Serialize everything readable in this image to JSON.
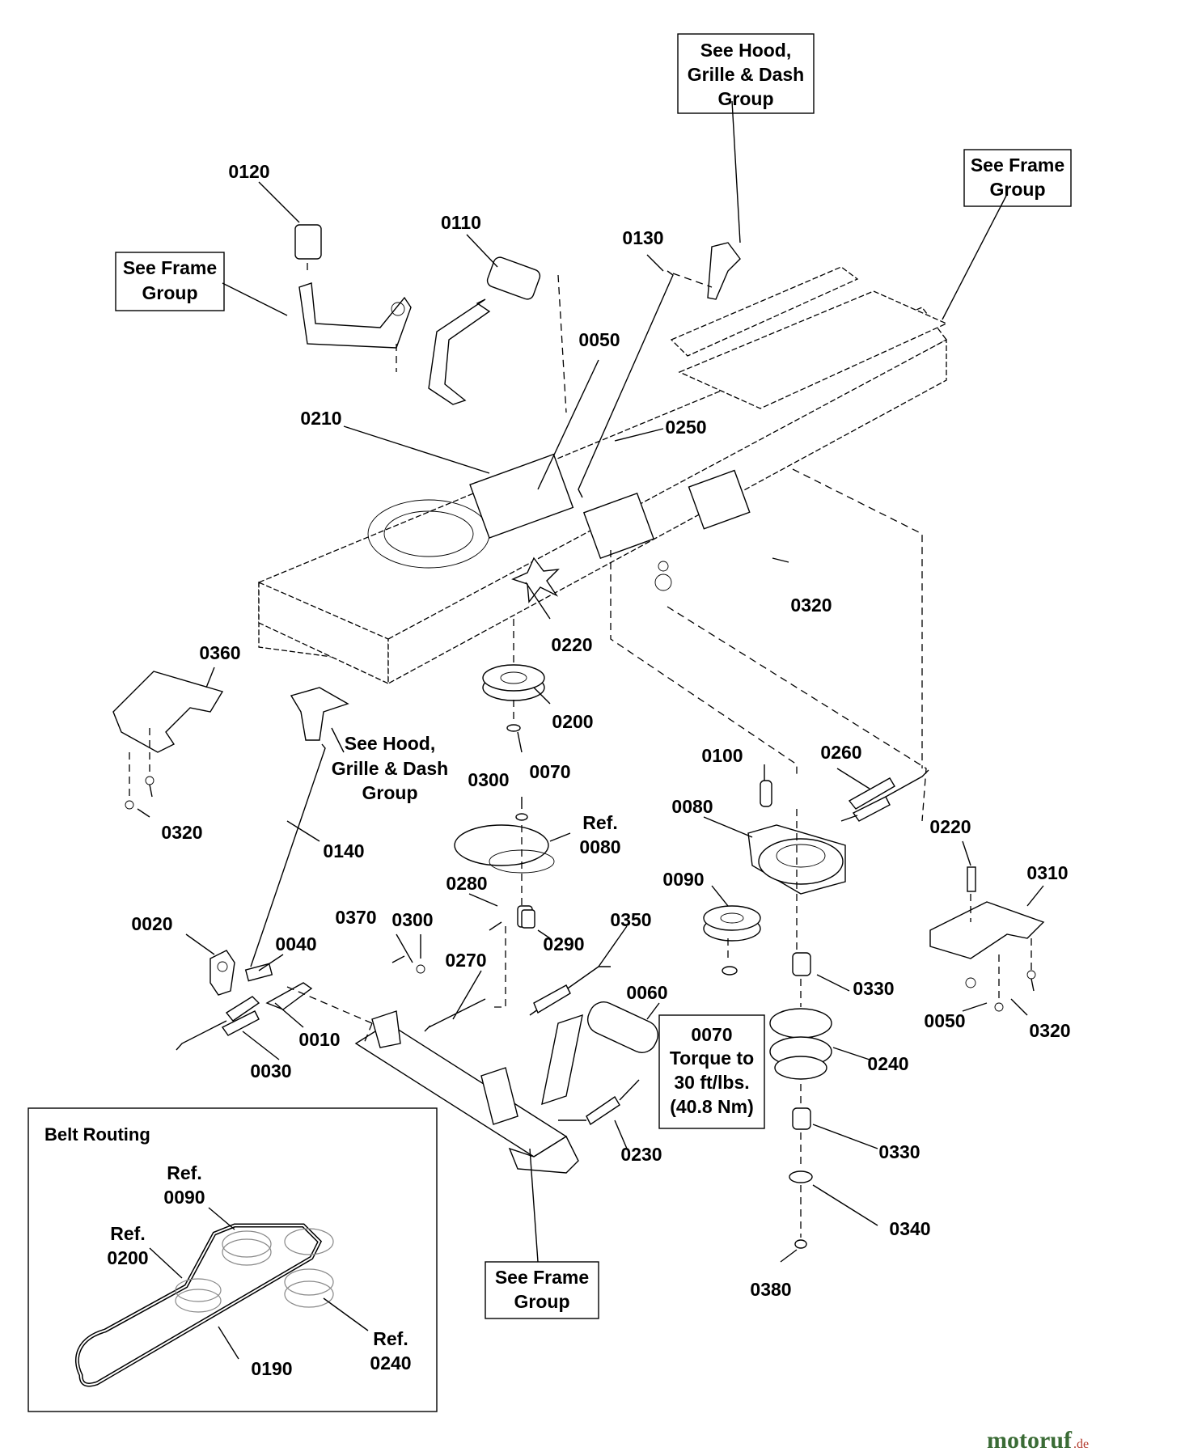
{
  "labels": {
    "l0120": "0120",
    "l0110": "0110",
    "l0130": "0130",
    "l0050a": "0050",
    "l0210": "0210",
    "l0250": "0250",
    "l0320a": "0320",
    "l0220a": "0220",
    "l0360": "0360",
    "l0200": "0200",
    "l0070a": "0070",
    "l0320b": "0320",
    "l0140": "0140",
    "l0300a": "0300",
    "l0080": "0080",
    "l0100": "0100",
    "l0260": "0260",
    "l0090": "0090",
    "l0220b": "0220",
    "l0310": "0310",
    "l0280": "0280",
    "l0290": "0290",
    "l0370": "0370",
    "l0300b": "0300",
    "l0350": "0350",
    "l0020": "0020",
    "l0040": "0040",
    "l0270": "0270",
    "l0060": "0060",
    "l0330a": "0330",
    "l0050b": "0050",
    "l0320c": "0320",
    "l0010": "0010",
    "l0030": "0030",
    "l0240": "0240",
    "l0230": "0230",
    "l0330b": "0330",
    "l0340": "0340",
    "l0380": "0380"
  },
  "refs": {
    "ref0080": [
      "Ref.",
      "0080"
    ]
  },
  "callouts": {
    "hood_top": [
      "See Hood,",
      "Grille & Dash",
      "Group"
    ],
    "hood_mid": [
      "See Hood,",
      "Grille & Dash",
      "Group"
    ],
    "frame_top_right": [
      "See Frame",
      "Group"
    ],
    "frame_left": [
      "See Frame",
      "Group"
    ],
    "frame_bottom": [
      "See Frame",
      "Group"
    ],
    "torque": [
      "0070",
      "Torque to",
      "30 ft/lbs.",
      "(40.8 Nm)"
    ]
  },
  "belt_routing": {
    "title": "Belt Routing",
    "ref0090": [
      "Ref.",
      "0090"
    ],
    "ref0200": [
      "Ref.",
      "0200"
    ],
    "ref0240": [
      "Ref.",
      "0240"
    ],
    "l0190": "0190"
  },
  "watermark": {
    "brand": "motoruf",
    "tld": ".de"
  }
}
